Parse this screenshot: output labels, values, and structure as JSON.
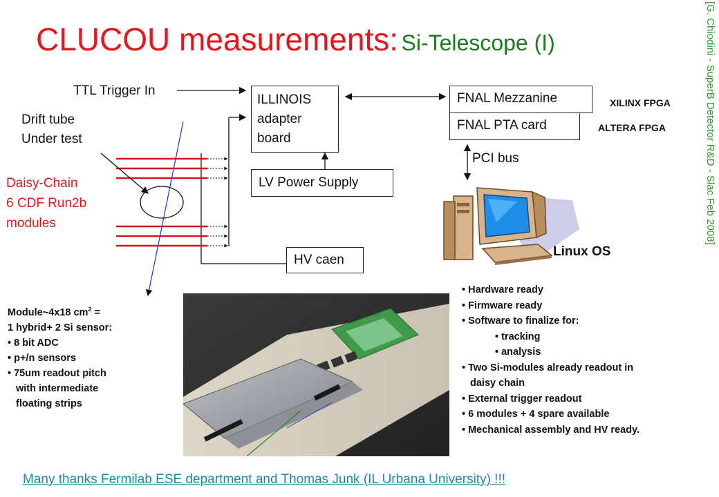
{
  "title": {
    "main": "CLUCOU measurements:",
    "sub": "Si-Telescope (I)"
  },
  "side_credit": "[G. Chiodini - SuperB Detector R&D - Slac Feb 2008]",
  "labels": {
    "ttl_trigger": "TTL Trigger In",
    "drift_tube_1": "Drift tube",
    "drift_tube_2": "Under test",
    "daisy_1": "Daisy-Chain",
    "daisy_2": "6 CDF Run2b",
    "daisy_3": "modules",
    "pci_bus": "PCI bus",
    "linux_os": "Linux OS"
  },
  "boxes": {
    "illinois": [
      "ILLINOIS",
      "adapter",
      "board"
    ],
    "lv_power": "LV Power Supply",
    "hv_caen": "HV caen",
    "fnal_mezzanine": "FNAL Mezzanine",
    "fnal_pta": "FNAL PTA card"
  },
  "fpga": {
    "xilinx": "XILINX FPGA",
    "altera": "ALTERA FPGA"
  },
  "module_info": {
    "line1": "Module~4x18 cm",
    "line1_sup": "2",
    "line1_end": " =",
    "line2": "1 hybrid+ 2 Si sensor:",
    "items": [
      "• 8 bit ADC",
      "• p+/n sensors",
      "• 75um readout pitch"
    ],
    "cont": [
      "with intermediate",
      "floating strips"
    ]
  },
  "status_bullets": {
    "items": [
      "• Hardware ready",
      "• Firmware ready",
      "• Software to finalize for:"
    ],
    "sub_items": [
      "• tracking",
      "• analysis"
    ],
    "items2": [
      "• Two Si-modules already  readout in",
      "daisy chain",
      "• External trigger readout",
      "• 6 modules + 4 spare available",
      "• Mechanical assembly and HV ready."
    ]
  },
  "thanks": "Many thanks Fermilab ESE department  and Thomas Junk (IL Urbana University) !!! ",
  "colors": {
    "title_red": "#e8141b",
    "title_green": "#1d7a1d",
    "link": "#1a8aa8",
    "credit_green": "#2e9a2e"
  }
}
